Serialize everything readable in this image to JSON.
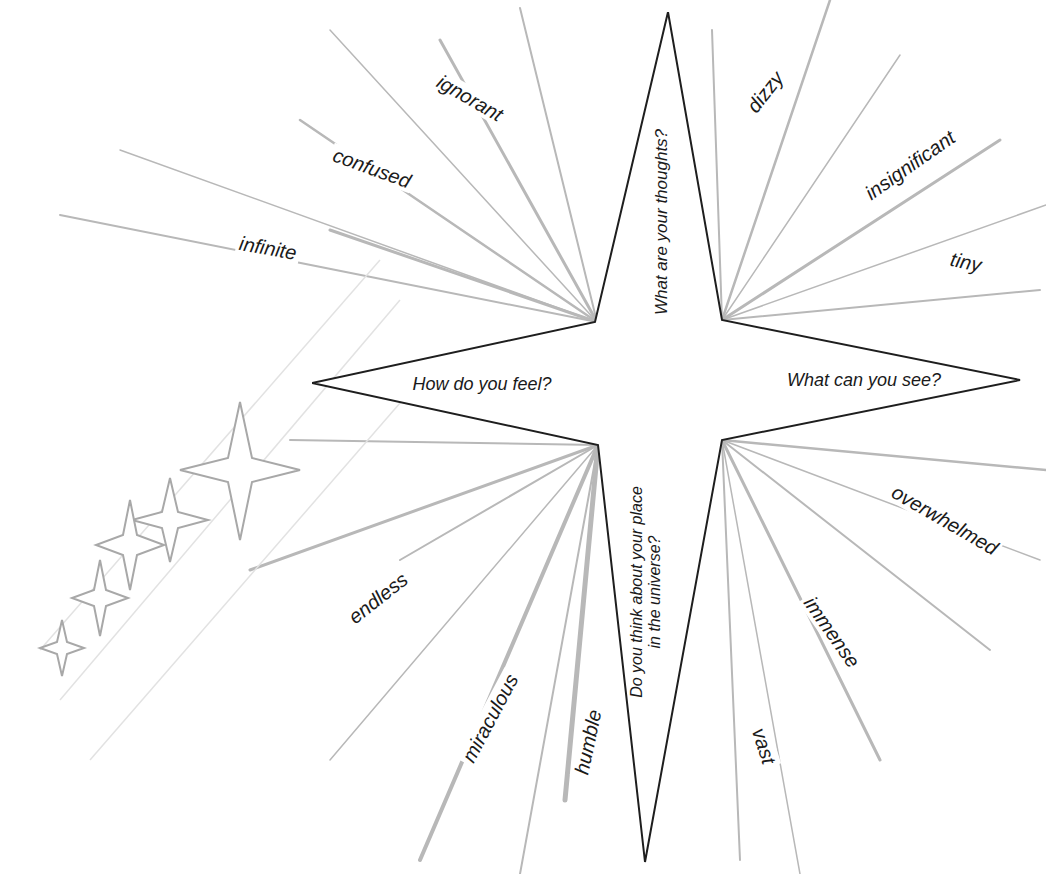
{
  "diagram": {
    "nodes": [
      {
        "text": [
          "What are your thoughts?",
          "How do you feel?",
          "What can you see?",
          "Do you think about your place in the universe?"
        ]
      }
    ],
    "edges": [],
    "labels": [
      "ignorant",
      "dizzy",
      "insignificant",
      "confused",
      "infinite",
      "tiny",
      "overwhelmed",
      "endless",
      "immense",
      "miraculous",
      "humble",
      "vast"
    ]
  }
}
